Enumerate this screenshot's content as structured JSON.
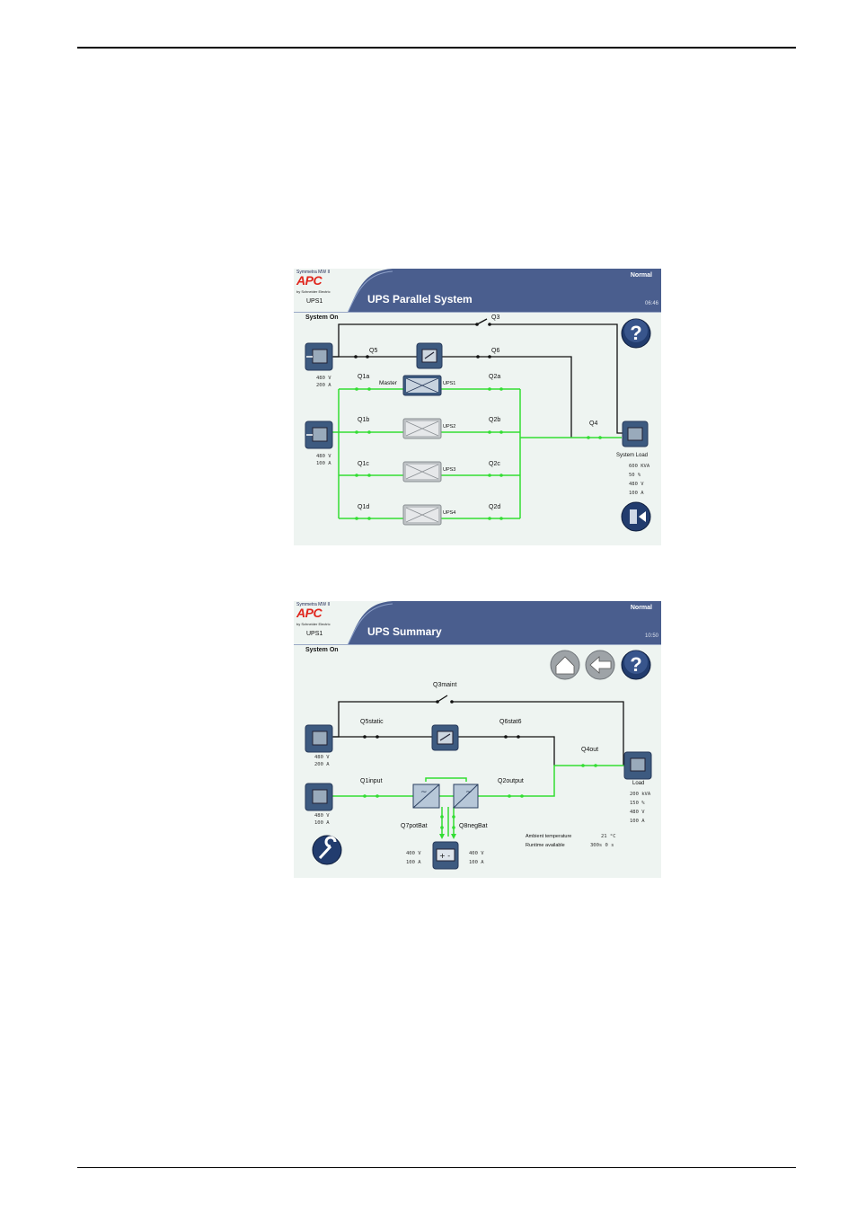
{
  "screen1": {
    "product": "Symmetra MW II",
    "logo": "APC",
    "byline": "by Schneider Electric",
    "unit": "UPS1",
    "title": "UPS Parallel System",
    "status": "Normal",
    "time": "06:46",
    "system_state": "System On",
    "breakers": {
      "q3": "Q3",
      "q5": "Q5",
      "q6": "Q6",
      "q4": "Q4",
      "q1a": "Q1a",
      "q1b": "Q1b",
      "q1c": "Q1c",
      "q1d": "Q1d",
      "q2a": "Q2a",
      "q2b": "Q2b",
      "q2c": "Q2c",
      "q2d": "Q2d"
    },
    "master_label": "Master",
    "ups_units": [
      "UPS1",
      "UPS2",
      "UPS3",
      "UPS4"
    ],
    "input1": {
      "voltage": "480 V",
      "current": "200 A"
    },
    "input2": {
      "voltage": "480 V",
      "current": "100 A"
    },
    "load": {
      "label": "System Load",
      "power": "600 KVA",
      "percent": "50 %",
      "voltage": "480 V",
      "current": "100 A"
    },
    "colors": {
      "header": "#4a5e8e",
      "live": "#33dd33",
      "line": "#111111",
      "background": "#eef4f1"
    }
  },
  "screen2": {
    "product": "Symmetra MW II",
    "logo": "APC",
    "byline": "by Schneider Electric",
    "unit": "UPS1",
    "title": "UPS Summary",
    "status": "Normal",
    "time": "10:50",
    "system_state": "System On",
    "breakers": {
      "q3": "Q3maint",
      "q5": "Q5static",
      "q6": "Q6stat6",
      "q4": "Q4out",
      "q1": "Q1input",
      "q2": "Q2output",
      "q7": "Q7potBat",
      "q8": "Q8negBat"
    },
    "input1": {
      "voltage": "480 V",
      "current": "200 A"
    },
    "input2": {
      "voltage": "480 V",
      "current": "100 A"
    },
    "battery_left": {
      "voltage": "400 V",
      "current": "100 A"
    },
    "battery_right": {
      "voltage": "400 V",
      "current": "100 A"
    },
    "load": {
      "label": "Load",
      "power": "200 kVA",
      "percent": "150 %",
      "voltage": "480 V",
      "current": "100 A"
    },
    "ambient": {
      "label": "Ambient temperature",
      "value": "21 °C"
    },
    "runtime": {
      "label": "Runtime available",
      "value": "300s 0 s"
    }
  }
}
